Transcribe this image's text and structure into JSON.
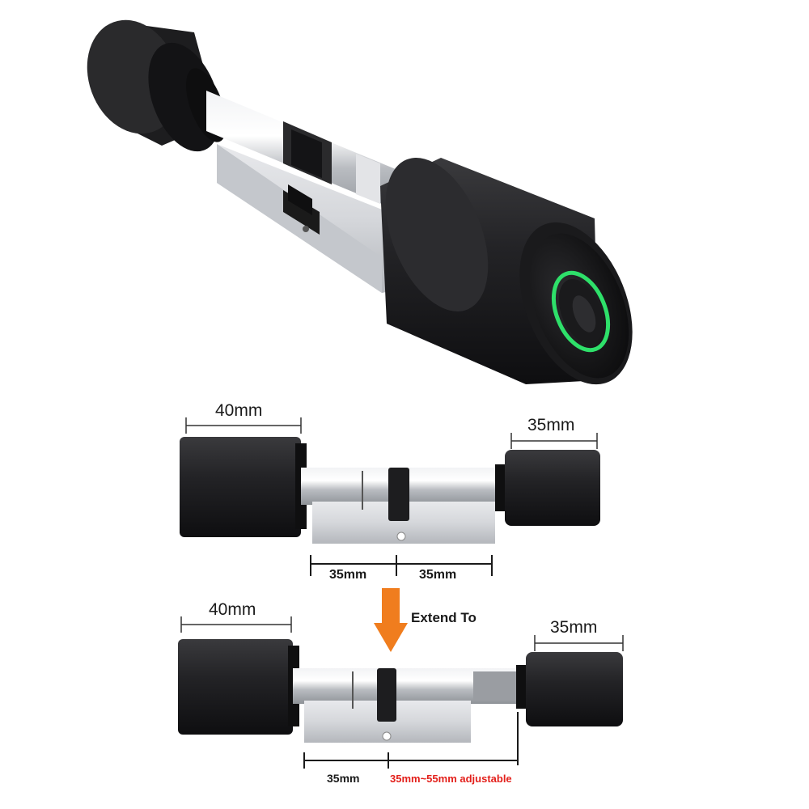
{
  "labels": {
    "diagram1": {
      "left_knob": "40mm",
      "right_knob": "35mm",
      "body_left": "35mm",
      "body_right": "35mm"
    },
    "extend": "Extend To",
    "diagram2": {
      "left_knob": "40mm",
      "right_knob": "35mm",
      "body_left": "35mm",
      "adjustable": "35mm~55mm adjustable"
    }
  },
  "colors": {
    "knob": "#1c1c1e",
    "metal": "#c9ccd0",
    "led_ring": "#2ee06a",
    "arrow": "#f07d1e",
    "highlight_text": "#e3201b"
  }
}
